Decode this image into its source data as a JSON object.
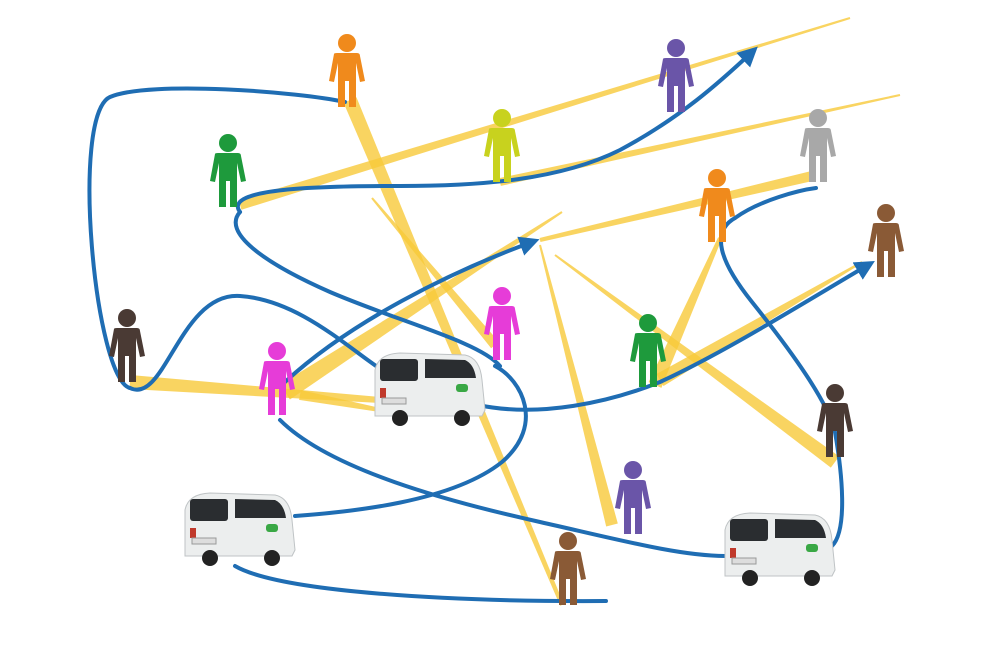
{
  "colors": {
    "route": "#1f6db3",
    "beam": "#f8c93a",
    "background": "#ffffff",
    "van_body": "#eceeee",
    "van_window": "#2a2d30",
    "van_logo": "#3aa845"
  },
  "people": [
    {
      "name": "person-orange",
      "color": "#f08a1c"
    },
    {
      "name": "person-purple",
      "color": "#6a55a8"
    },
    {
      "name": "person-lime",
      "color": "#c8d21e"
    },
    {
      "name": "person-green",
      "color": "#1e9a3c"
    },
    {
      "name": "person-gray",
      "color": "#a8a8a8"
    },
    {
      "name": "person-orange",
      "color": "#f08a1c"
    },
    {
      "name": "person-brown",
      "color": "#8a5a36"
    },
    {
      "name": "person-dark-brown",
      "color": "#4a3a34"
    },
    {
      "name": "person-magenta",
      "color": "#e63cd8"
    },
    {
      "name": "person-magenta",
      "color": "#e63cd8"
    },
    {
      "name": "person-green",
      "color": "#1e9a3c"
    },
    {
      "name": "person-dark-brown",
      "color": "#4a3a34"
    },
    {
      "name": "person-purple",
      "color": "#6a55a8"
    },
    {
      "name": "person-brown",
      "color": "#8a5a36"
    }
  ],
  "vans": [
    {
      "name": "van-center"
    },
    {
      "name": "van-left"
    },
    {
      "name": "van-right"
    }
  ]
}
